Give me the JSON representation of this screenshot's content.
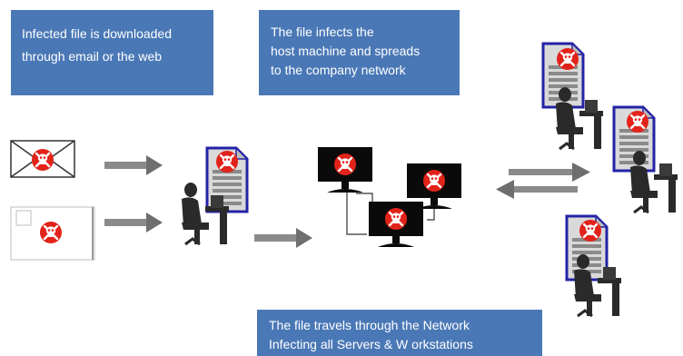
{
  "captions": {
    "download": [
      "Infected file is downloaded",
      "through email or the web"
    ],
    "infect": [
      "The file infects the",
      "host machine and spreads",
      "to the company network"
    ],
    "travel": [
      "The file travels through the Network",
      "Infecting all Servers & W  orkstations"
    ]
  },
  "colors": {
    "caption_bg": "#4a78b6",
    "caption_text": "#ffffff",
    "skull_red": "#e2231a",
    "monitor": "#0a0a0a",
    "server_frame": "#2323a6",
    "server_body": "#d9d9d9",
    "arrow": "#7a7a7a"
  },
  "icons": [
    "envelope-icon",
    "web-page-icon",
    "skull-icon",
    "server-icon",
    "user-silhouette-icon",
    "monitor-icon",
    "arrow-right-icon",
    "bidirectional-arrow-icon"
  ]
}
